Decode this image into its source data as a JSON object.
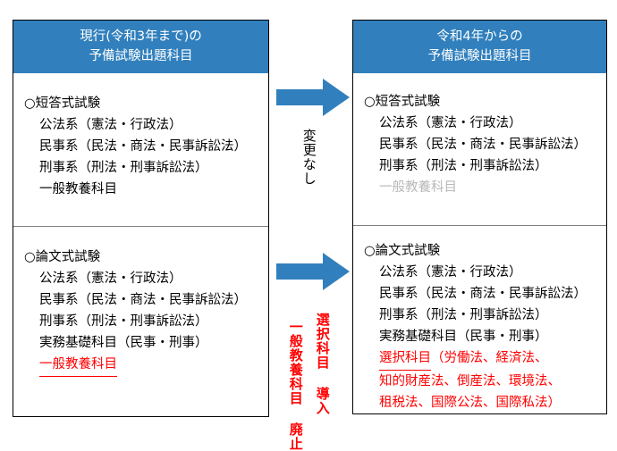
{
  "colors": {
    "header_blue": "#3180BD",
    "arrow_blue": "#3180BD",
    "red": "#FF0000",
    "dim_gray": "#b9b9b9",
    "border": "#000000"
  },
  "left_column": {
    "header_line1": "現行(令和3年まで)の",
    "header_line2": "予備試験出題科目",
    "top_section": {
      "title": "○短答式試験",
      "items": [
        "公法系（憲法・行政法）",
        "民事系（民法・商法・民事訴訟法）",
        "刑事系（刑法・刑事訴訟法）",
        "一般教養科目"
      ]
    },
    "bottom_section": {
      "title": "○論文式試験",
      "items": [
        "公法系（憲法・行政法）",
        "民事系（民法・商法・民事訴訟法）",
        "刑事系（刑法・刑事訴訟法）",
        "実務基礎科目（民事・刑事）"
      ],
      "highlight_item": "一般教養科目"
    }
  },
  "right_column": {
    "header_line1": "令和4年からの",
    "header_line2": "予備試験出題科目",
    "top_section": {
      "title": "○短答式試験",
      "items": [
        "公法系（憲法・行政法）",
        "民事系（民法・商法・民事訴訟法）",
        "刑事系（刑法・刑事訴訟法）"
      ],
      "dim_item": "一般教養科目"
    },
    "bottom_section": {
      "title": "○論文式試験",
      "items": [
        "公法系（憲法・行政法）",
        "民事系（民法・商法・民事訴訟法）",
        "刑事系（刑法・刑事訴訟法）",
        "実務基礎科目（民事・刑事）"
      ],
      "highlight_label": "選択科目",
      "highlight_rest": "（労働法、経済法、",
      "highlight_line2": "知的財産法、倒産法、環境法、",
      "highlight_line3": "租税法、国際公法、国際私法）"
    }
  },
  "annotations": {
    "no_change": "変更なし",
    "sentaku_intro": "選択科目 導入",
    "ippan_abolish": "一般教養科目 廃止"
  },
  "icons": {
    "arrow_top": "right-arrow-icon",
    "arrow_bottom": "right-arrow-icon"
  }
}
